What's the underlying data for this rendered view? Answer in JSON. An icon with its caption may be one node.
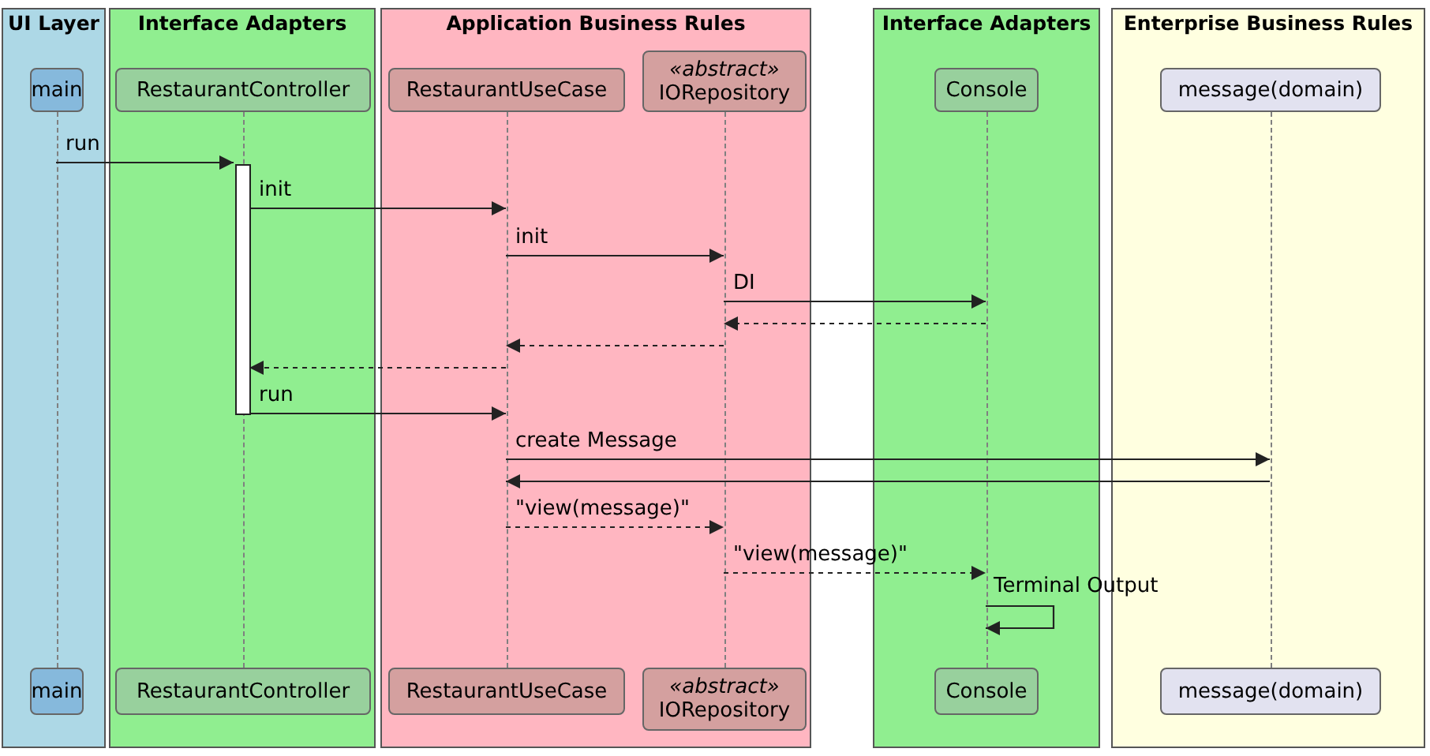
{
  "diagram": {
    "nodes": [
      {
        "text": [
          "UI Layer"
        ]
      },
      {
        "text": [
          "Interface Adapters"
        ]
      },
      {
        "text": [
          "Application Business Rules"
        ]
      },
      {
        "text": [
          "Interface Adapters"
        ]
      },
      {
        "text": [
          "Enterprise Business Rules"
        ]
      },
      {
        "text": [
          "main"
        ],
        "in": 0
      },
      {
        "text": [
          "RestaurantController"
        ],
        "in": 1
      },
      {
        "text": [
          "RestaurantUseCase"
        ],
        "in": 2
      },
      {
        "text": [
          "«abstract»",
          "IORepository"
        ],
        "in": 2
      },
      {
        "text": [
          "Console"
        ],
        "in": 3
      },
      {
        "text": [
          "message(domain)"
        ],
        "in": 4
      },
      {
        "text": [],
        "shape": "bar",
        "in": 1
      },
      {
        "text": [
          "main"
        ],
        "in": 0
      },
      {
        "text": [
          "RestaurantController"
        ],
        "in": 1
      },
      {
        "text": [
          "RestaurantUseCase"
        ],
        "in": 2
      },
      {
        "text": [
          "«abstract»",
          "IORepository"
        ],
        "in": 2
      },
      {
        "text": [
          "Console"
        ],
        "in": 3
      },
      {
        "text": [
          "message(domain)"
        ],
        "in": 4
      },
      {
        "text": [],
        "shape": "line",
        "in": 0
      },
      {
        "text": [],
        "shape": "line",
        "in": 1
      },
      {
        "text": [],
        "shape": "line",
        "in": 2
      },
      {
        "text": [],
        "shape": "line",
        "in": 2
      },
      {
        "text": [],
        "shape": "line",
        "in": 3
      },
      {
        "text": [],
        "shape": "line",
        "in": 4
      }
    ],
    "edges": [
      {
        "from": 18,
        "to": 11,
        "arrow": "to",
        "label": "run"
      },
      {
        "from": 11,
        "to": 20,
        "arrow": "to",
        "label": "init"
      },
      {
        "from": 20,
        "to": 21,
        "arrow": "to",
        "label": "init"
      },
      {
        "from": 21,
        "to": 22,
        "arrow": "to",
        "label": "DI"
      },
      {
        "from": 22,
        "to": 21,
        "arrow": "to",
        "style": "dashed"
      },
      {
        "from": 21,
        "to": 20,
        "arrow": "to",
        "style": "dashed"
      },
      {
        "from": 20,
        "to": 11,
        "arrow": "to",
        "style": "dashed"
      },
      {
        "from": 11,
        "to": 20,
        "arrow": "to",
        "label": "run"
      },
      {
        "from": 20,
        "to": 23,
        "arrow": "to",
        "label": "create Message"
      },
      {
        "from": 23,
        "to": 20,
        "arrow": "to"
      },
      {
        "from": 20,
        "to": 21,
        "arrow": "to",
        "label": "\"view(message)\"",
        "style": "dashed"
      },
      {
        "from": 21,
        "to": 22,
        "arrow": "to",
        "label": "\"view(message)\"",
        "style": "dashed"
      },
      {
        "from": 22,
        "to": 22,
        "arrow": "to",
        "label": "Terminal Output"
      }
    ]
  }
}
